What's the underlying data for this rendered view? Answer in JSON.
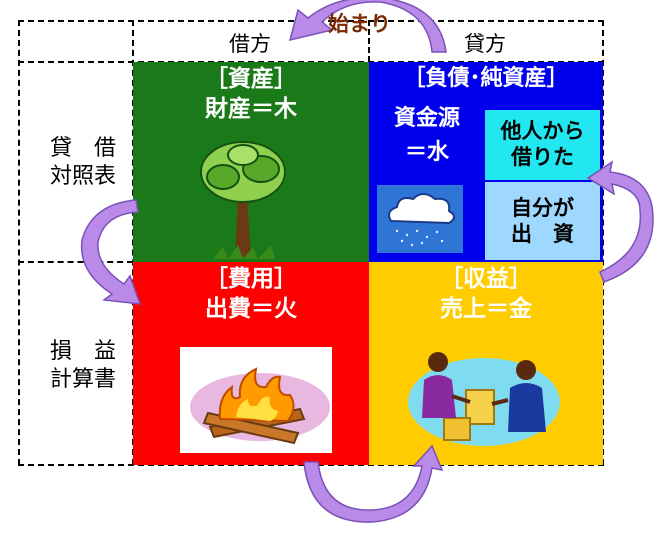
{
  "header": {
    "start_label": "始まり",
    "debit_label": "借方",
    "credit_label": "貸方"
  },
  "rows": {
    "balance_sheet": "貸　借\n対照表",
    "income_statement": "損　益\n計算書"
  },
  "quadrants": {
    "assets": {
      "title": "［資産］",
      "subtitle": "財産＝木",
      "color": "#1a7a1a"
    },
    "liabilities": {
      "title": "［負債･純資産］",
      "source_label": "資金源\n＝水",
      "borrowed_label": "他人から\n借りた",
      "own_funds_label": "自分が\n出　資",
      "color": "#0000ee"
    },
    "expenses": {
      "title": "［費用］",
      "subtitle": "出費＝火",
      "color": "#ff0000"
    },
    "revenue": {
      "title": "［収益］",
      "subtitle": "売上＝金",
      "color": "#ffcc00"
    }
  },
  "colors": {
    "arrow": "#b98ae8",
    "start_text": "#7a2a00",
    "light_cyan": "#22e6f0",
    "light_blue": "#9fd8ff"
  }
}
